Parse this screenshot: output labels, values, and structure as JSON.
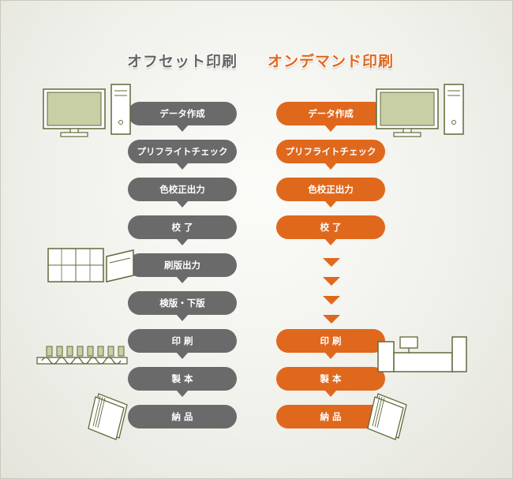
{
  "offset": {
    "title": "オフセット印刷",
    "steps": [
      "データ作成",
      "プリフライトチェック",
      "色校正出力",
      "校 了",
      "刷版出力",
      "検版・下版",
      "印 刷",
      "製 本",
      "納 品"
    ]
  },
  "ondemand": {
    "title": "オンデマンド印刷",
    "steps": [
      "データ作成",
      "プリフライトチェック",
      "色校正出力",
      "校 了",
      "印 刷",
      "製 本",
      "納 品"
    ]
  },
  "colors": {
    "offset": "#6a6a6a",
    "ondemand": "#e0681d",
    "illustration_line": "#5e6b3a",
    "illustration_fill": "#c8cfa5"
  },
  "icons": [
    "computer-icon",
    "plate-output-icon",
    "offset-press-icon",
    "booklet-icon",
    "digital-press-icon"
  ]
}
